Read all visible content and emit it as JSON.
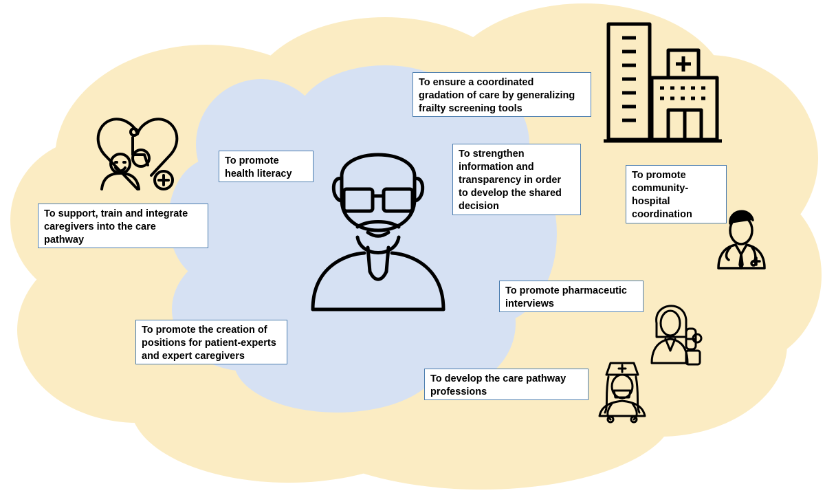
{
  "colors": {
    "outer_cloud": "#fbecc3",
    "inner_cloud": "#d6e1f3",
    "cloud_outline": "#4a4a4a",
    "box_border": "#4a7cae",
    "icon": "#000000"
  },
  "labels": {
    "caregivers": "To support, train and integrate\ncaregivers into the care\npathway",
    "health_literacy": "To promote\nhealth literacy",
    "frailty": "To ensure a coordinated\ngradation of care by generalizing\nfrailty screening tools",
    "information": "To strengthen\ninformation and\ntransparency in order\nto develop the shared\ndecision",
    "community": "To promote\ncommunity-\nhospital\ncoordination",
    "pharmaceutic": "To promote pharmaceutic\ninterviews",
    "patient_experts": "To promote the creation of\npositions for patient-experts\nand expert caregivers",
    "professions": "To develop the care pathway\nprofessions"
  },
  "icons": {
    "center": "elderly-person-icon",
    "caregiver": "caregiver-heart-wheelchair-icon",
    "hospital": "hospital-building-icon",
    "doctor": "doctor-icon",
    "pharmacist": "pharmacist-icon",
    "nurse": "nurse-icon"
  }
}
